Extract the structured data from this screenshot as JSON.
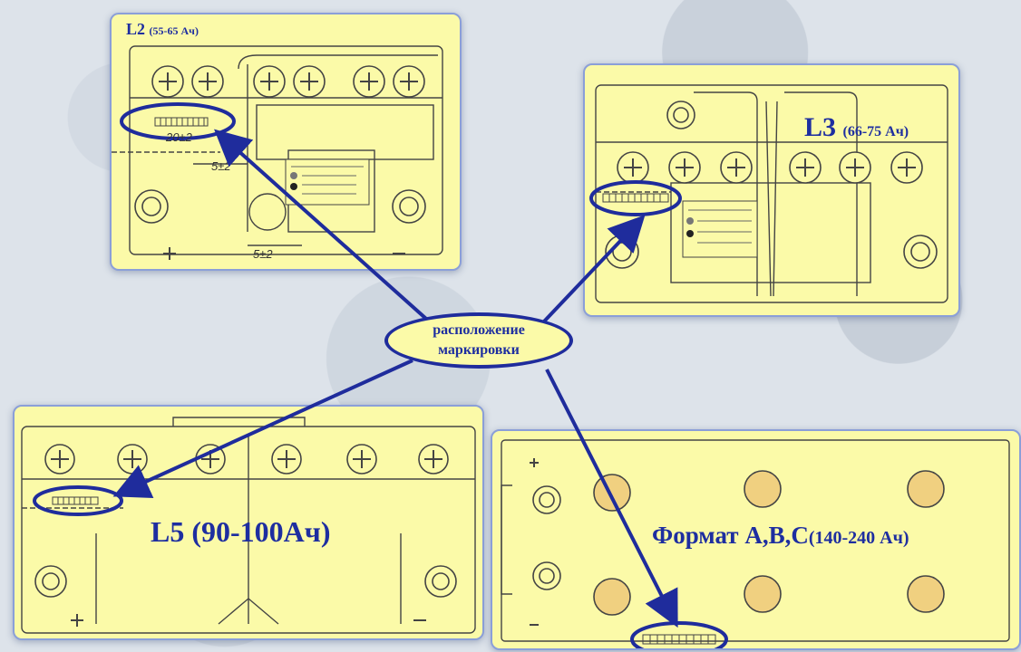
{
  "l2": {
    "name": "L2",
    "capacity": "(55-65 Ач)",
    "dim1": "20±2",
    "dim2": "5±2",
    "dim3": "5±2"
  },
  "l3": {
    "name": "L3",
    "capacity": "(66-75 Ач)"
  },
  "l5": {
    "label": "L5 (90-100Ач)"
  },
  "abc": {
    "name": "Формат А,В,С",
    "capacity": "(140-240 Ач)"
  },
  "center": {
    "line1": "расположение",
    "line2": "маркировки"
  },
  "colors": {
    "panel": "#fbfaa8",
    "accent": "#1f2c9c",
    "background": "#dde3ea"
  }
}
